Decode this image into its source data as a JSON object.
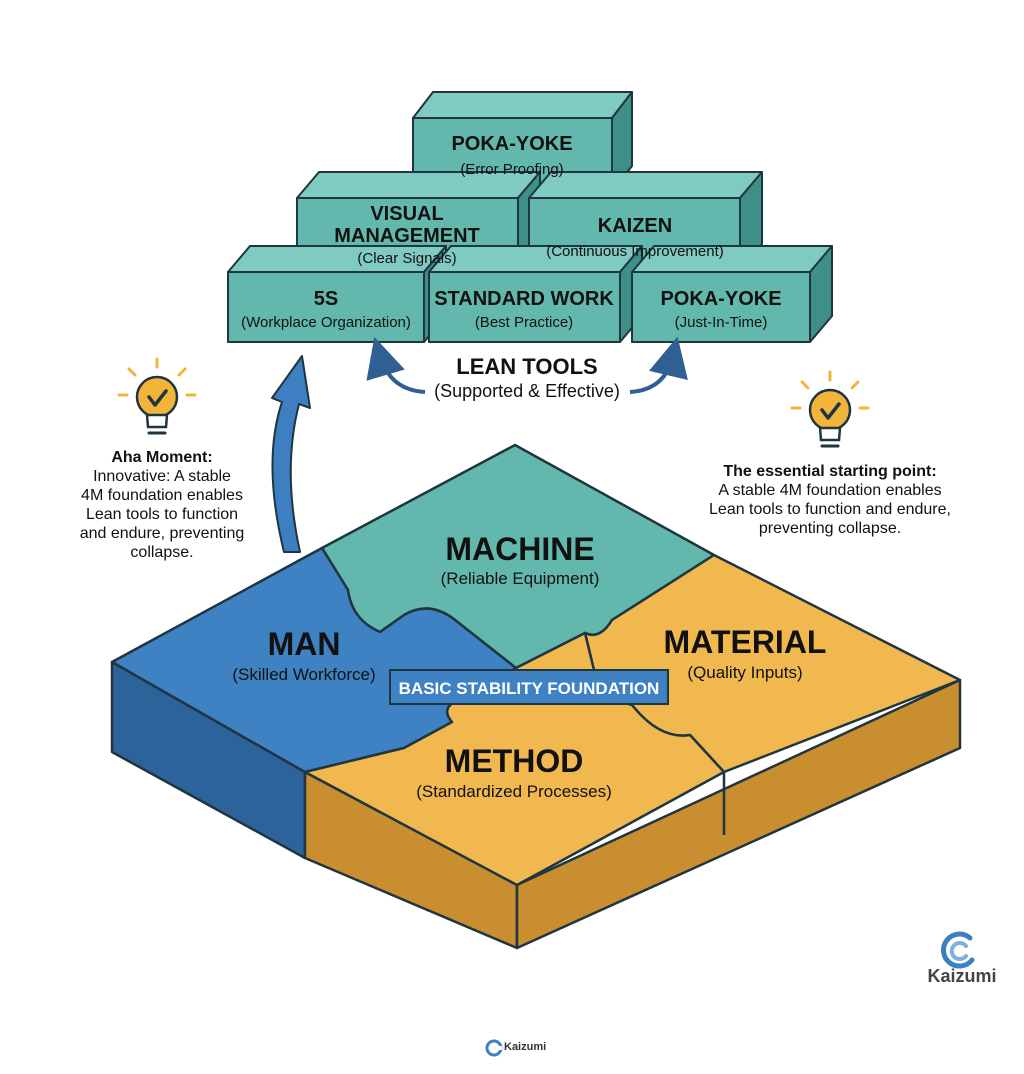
{
  "lean_tools": {
    "title": "LEAN TOOLS",
    "subtitle": "(Supported & Effective)",
    "blocks": [
      {
        "title": "POKA-YOKE",
        "subtitle": "(Error Proofing)"
      },
      {
        "title": "VISUAL",
        "title2": "MANAGEMENT",
        "subtitle": "(Clear Signals)"
      },
      {
        "title": "KAIZEN",
        "subtitle": "(Continuous Improvement)"
      },
      {
        "title": "5S",
        "subtitle": "(Workplace Organization)"
      },
      {
        "title": "STANDARD WORK",
        "subtitle": "(Best Practice)"
      },
      {
        "title": "POKA-YOKE",
        "subtitle": "(Just-In-Time)"
      }
    ]
  },
  "foundation": {
    "label": "BASIC STABILITY FOUNDATION",
    "pieces": [
      {
        "title": "MACHINE",
        "subtitle": "(Reliable Equipment)"
      },
      {
        "title": "MAN",
        "subtitle": "(Skilled Workforce)"
      },
      {
        "title": "MATERIAL",
        "subtitle": "(Quality Inputs)"
      },
      {
        "title": "METHOD",
        "subtitle": "(Standardized Processes)"
      }
    ]
  },
  "notes": {
    "left": {
      "title": "Aha Moment:",
      "lines": [
        "Innovative: A stable",
        "4M foundation enables",
        "Lean tools to function",
        "and endure, preventing",
        "collapse."
      ]
    },
    "right": {
      "title": "The essential starting point:",
      "lines": [
        "A stable 4M foundation enables",
        "Lean tools to function and endure,",
        "preventing collapse."
      ]
    }
  },
  "brand": {
    "name": "Kaizumi",
    "footer": "Kaizumi"
  },
  "colors": {
    "teal": "#63B8AD",
    "blue": "#3E82C4",
    "yellow": "#F1B84F",
    "arrow": "#3E7FC1",
    "bulb": "#F2B53A",
    "outline": "#1F3540"
  },
  "icons": [
    "lightbulb-check-icon",
    "lightbulb-check-icon",
    "kaizumi-logo-icon"
  ]
}
